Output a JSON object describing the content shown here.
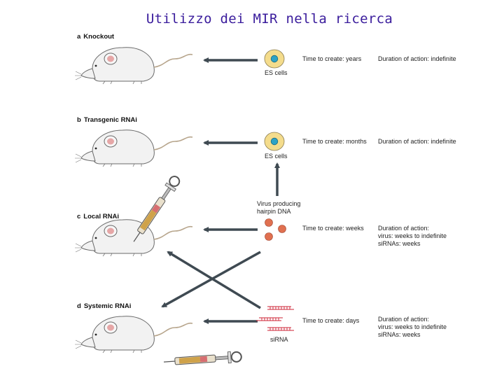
{
  "title": "Utilizzo dei MIR nella ricerca",
  "panels": [
    {
      "letter": "a",
      "name": "Knockout",
      "time": "Time to create: years",
      "duration": [
        "Duration of action: indefinite"
      ],
      "cell_label": "ES cells"
    },
    {
      "letter": "b",
      "name": "Transgenic RNAi",
      "time": "Time to create: months",
      "duration": [
        "Duration of action: indefinite"
      ],
      "cell_label": "ES cells"
    },
    {
      "letter": "c",
      "name": "Local RNAi",
      "time": "Time to create: weeks",
      "duration": [
        "Duration of action:",
        "virus: weeks to indefinite",
        "siRNAs: weeks"
      ],
      "virus_label": [
        "Virus producing",
        "hairpin DNA"
      ]
    },
    {
      "letter": "d",
      "name": "Systemic RNAi",
      "time": "Time to create: days",
      "duration": [
        "Duration of action:",
        "virus: weeks to indefinite",
        "siRNAs: weeks"
      ],
      "sirna_label": "siRNA"
    }
  ],
  "colors": {
    "title": "#3a1c9c",
    "arrow": "#3f4a52",
    "cell": "#f4dc8c",
    "nucleus": "#2ea3c6",
    "virus": "#e07050",
    "mouse": "#f2f2f2",
    "mouse_stroke": "#6a6a6a",
    "ear": "#e6a7a7"
  },
  "icons": [
    "mouse-icon",
    "es-cell-icon",
    "virus-particle-icon",
    "sirna-duplex-icon",
    "syringe-icon",
    "arrow-left-icon"
  ]
}
